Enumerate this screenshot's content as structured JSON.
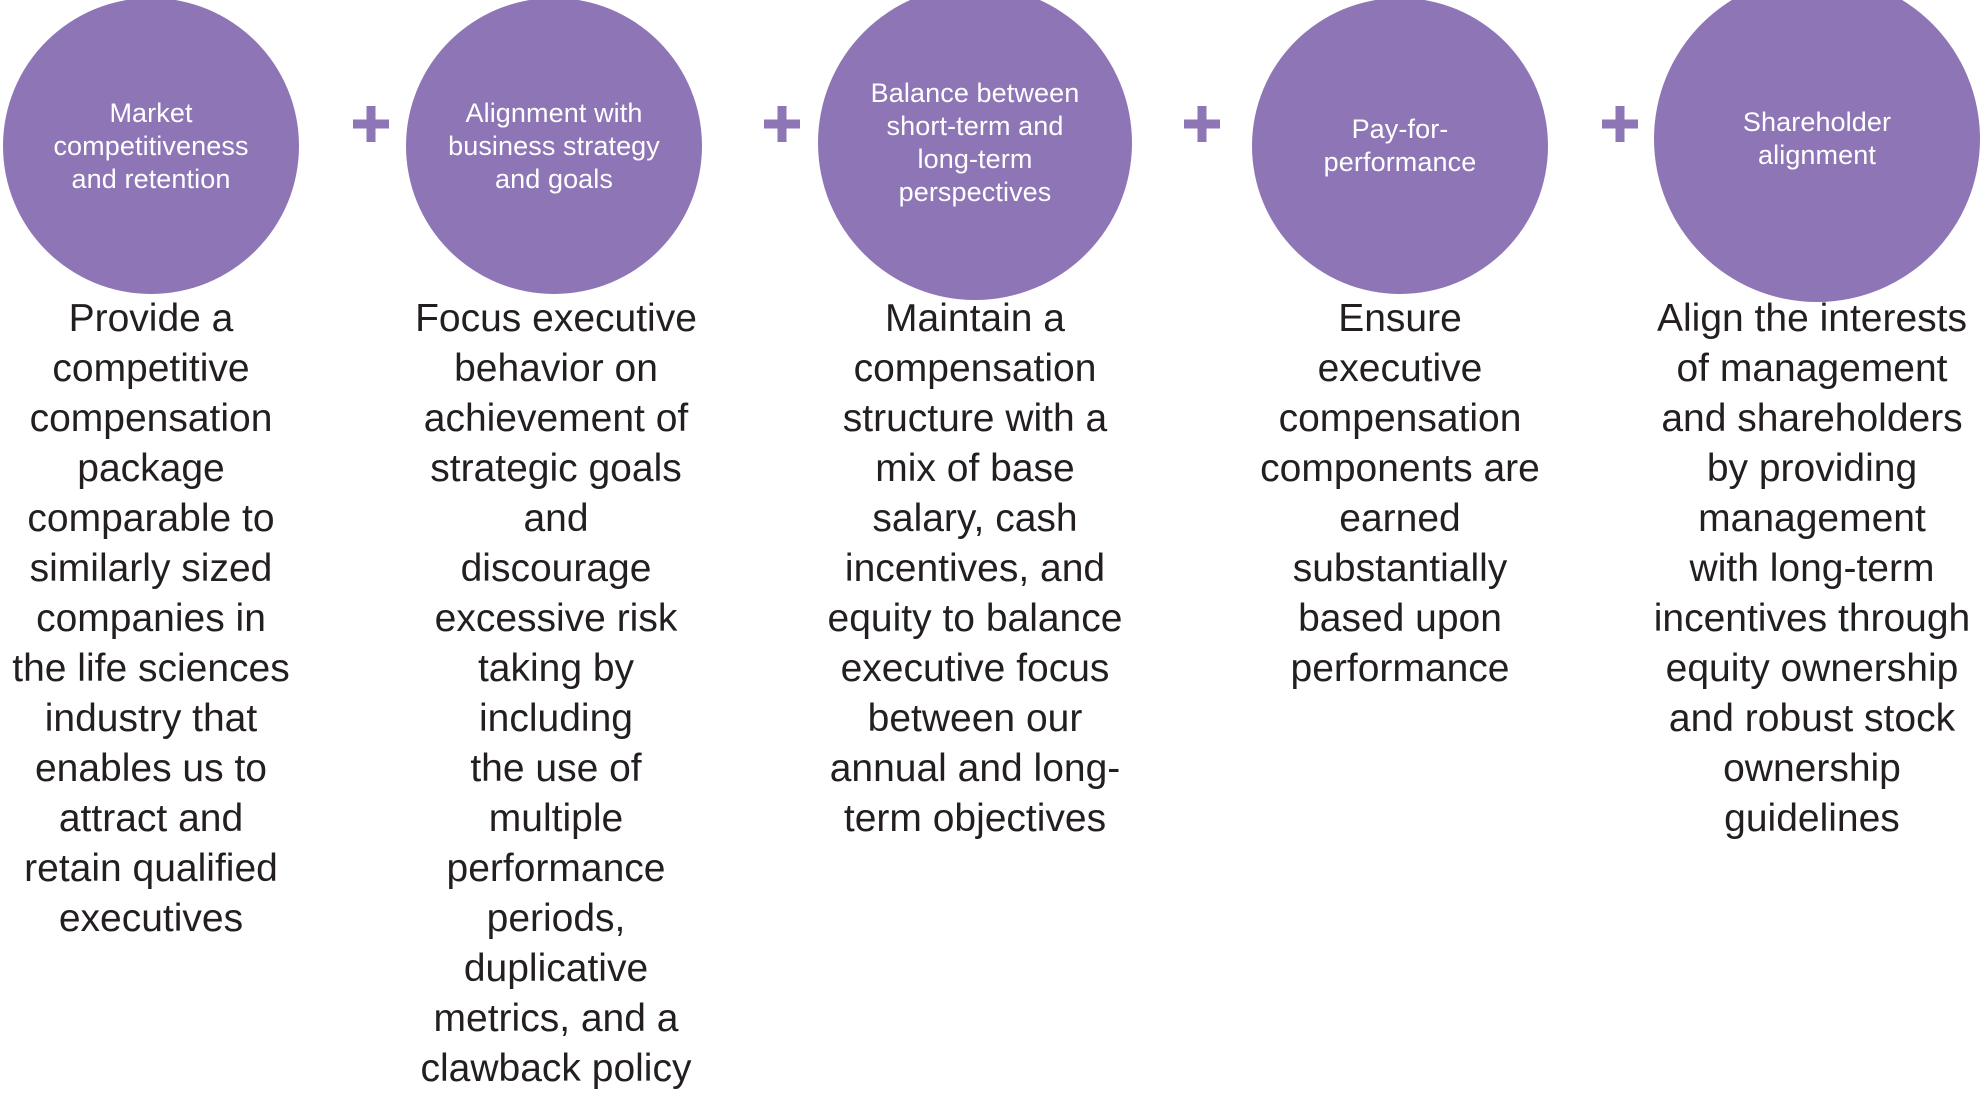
{
  "theme": {
    "circle_fill": "#8d75b6",
    "circle_text_color": "#ffffff",
    "plus_color": "#8d75b6",
    "body_text_color": "#231f20",
    "background": "#ffffff"
  },
  "connector": {
    "symbol": "+",
    "icon_name": "plus-icon",
    "count": 4
  },
  "pillars": [
    {
      "id": "market-competitiveness",
      "title": "Market\ncompetitiveness\nand retention",
      "description": "Provide a\ncompetitive\ncompensation\npackage\ncomparable to\nsimilarly sized\ncompanies in\nthe life sciences\nindustry that\nenables us to\nattract and\nretain qualified\nexecutives"
    },
    {
      "id": "business-strategy-alignment",
      "title": "Alignment with\nbusiness strategy\nand goals",
      "description": "Focus executive\nbehavior on\nachievement of\nstrategic goals and\ndiscourage\nexcessive risk\ntaking by including\nthe use of multiple\nperformance\nperiods, duplicative\nmetrics, and a\nclawback policy"
    },
    {
      "id": "short-long-term-balance",
      "title": "Balance between\nshort-term and\nlong-term\nperspectives",
      "description": "Maintain a\ncompensation\nstructure with a\nmix of base\nsalary, cash\nincentives, and\nequity to balance\nexecutive focus\nbetween our\nannual and long-\nterm objectives"
    },
    {
      "id": "pay-for-performance",
      "title": "Pay-for-\nperformance",
      "description": "Ensure\nexecutive\ncompensation\ncomponents are\nearned\nsubstantially\nbased upon\nperformance"
    },
    {
      "id": "shareholder-alignment",
      "title": "Shareholder\nalignment",
      "description": "Align the interests\nof management\nand shareholders\nby providing\nmanagement\nwith long-term\nincentives through\nequity ownership\nand robust stock\nownership\nguidelines"
    }
  ]
}
